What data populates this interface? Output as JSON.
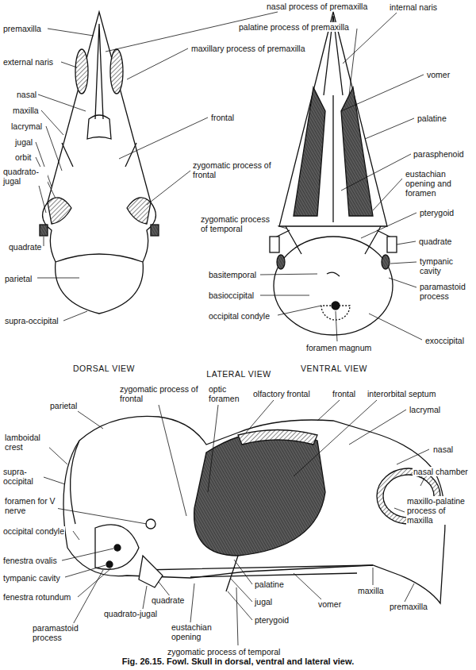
{
  "diagram": {
    "caption": "Fig. 26.15. Fowl. Skull in dorsal, ventral and lateral view.",
    "labels": [
      "nasal process of premaxilla",
      "premaxilla",
      "external naris",
      "maxillary process of premaxilla",
      "nasal",
      "maxilla",
      "lacrymal",
      "jugal",
      "orbit",
      "quadrato-jugal",
      "frontal",
      "zygomatic process of frontal",
      "quadrate",
      "parietal",
      "supra-occipital",
      "DORSAL VIEW",
      "internal naris",
      "palatine process of premaxilla",
      "vomer",
      "palatine",
      "parasphenoid",
      "eustachian opening and foramen",
      "zygomatic process of temporal",
      "pterygoid",
      "quadrate",
      "tympanic cavity",
      "basitemporal",
      "paramastoid process",
      "basioccipital",
      "occipital condyle",
      "exoccipital",
      "foramen magnum",
      "VENTRAL VIEW",
      "parietal",
      "zygomatic process of frontal",
      "optic foramen",
      "olfactory frontal",
      "frontal",
      "interorbital septum",
      "lacrymal",
      "nasal",
      "nasal chamber",
      "lamboidal crest",
      "supra-occipital",
      "foramen for V nerve",
      "maxillo-palatine process of maxilla",
      "occipital condyle",
      "fenestra ovalis",
      "tympanic cavity",
      "fenestra rotundum",
      "paramastoid process",
      "quadrate",
      "quadrato-jugal",
      "eustachian opening",
      "palatine",
      "jugal",
      "pterygoid",
      "vomer",
      "maxilla",
      "premaxilla",
      "zygomatic process of temporal",
      "LATERAL VIEW"
    ]
  }
}
